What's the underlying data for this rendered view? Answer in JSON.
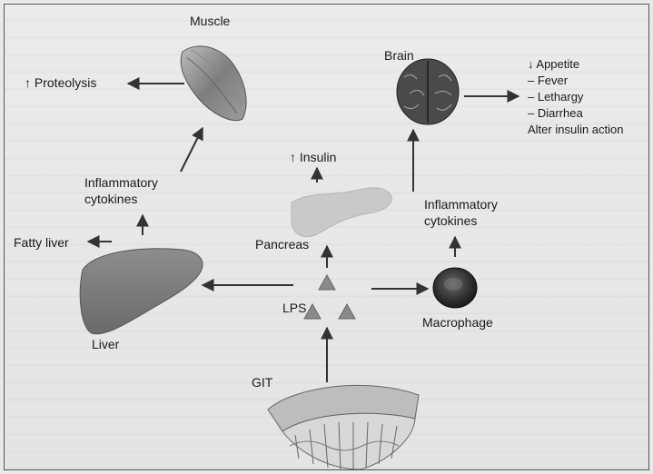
{
  "labels": {
    "muscle": "Muscle",
    "proteolysis": "↑ Proteolysis",
    "brain": "Brain",
    "effects": [
      "↓ Appetite",
      "– Fever",
      "– Lethargy",
      "– Diarrhea",
      "Alter insulin action"
    ],
    "insulin": "↑ Insulin",
    "inflammatory_cytokines_left": [
      "Inflammatory",
      "cytokines"
    ],
    "inflammatory_cytokines_right": [
      "Inflammatory",
      "cytokines"
    ],
    "fatty_liver": "Fatty liver",
    "pancreas": "Pancreas",
    "lps": "LPS",
    "liver": "Liver",
    "macrophage": "Macrophage",
    "git": "GIT"
  }
}
